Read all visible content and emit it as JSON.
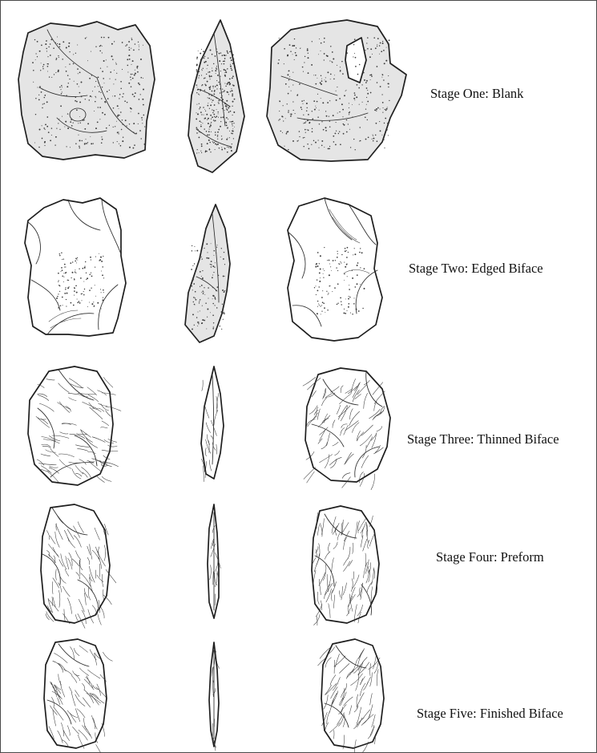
{
  "stages": [
    {
      "label": "Stage One:  Blank",
      "texture": "cortex"
    },
    {
      "label": "Stage Two:  Edged Biface",
      "texture": "edged"
    },
    {
      "label": "Stage Three:  Thinned Biface",
      "texture": "thinned"
    },
    {
      "label": "Stage Four:  Preform",
      "texture": "preform"
    },
    {
      "label": "Stage Five:  Finished Biface",
      "texture": "finished"
    }
  ],
  "style": {
    "ink_color": "#1e1e1e",
    "background_color": "#ffffff",
    "border_color": "#4a4a4a"
  }
}
